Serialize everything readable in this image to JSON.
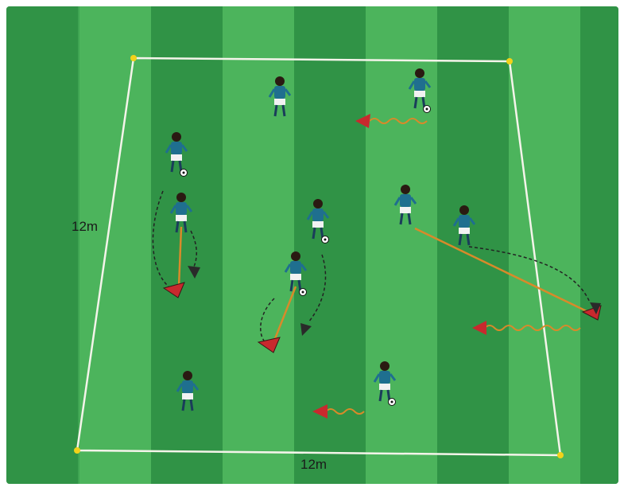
{
  "field": {
    "width_label": "12m",
    "height_label": "12m"
  },
  "colors": {
    "grass_dark": "#2e8f44",
    "grass_light": "#4fb65e",
    "line": "#f4f4ea",
    "cone": "#f2d21a",
    "shirt": "#1f6f8f",
    "shorts": "#f2f2f2",
    "arrow_red": "#c8292e",
    "arrow_dark": "#2a2a2a",
    "dribble_line": "#d88a2a"
  },
  "players": [
    {
      "id": "p1",
      "ball": false
    },
    {
      "id": "p2",
      "ball": true
    },
    {
      "id": "p3",
      "ball": true
    },
    {
      "id": "p4",
      "ball": false
    },
    {
      "id": "p5",
      "ball": true
    },
    {
      "id": "p6",
      "ball": false
    },
    {
      "id": "p7",
      "ball": true
    },
    {
      "id": "p8",
      "ball": false
    },
    {
      "id": "p9",
      "ball": false
    },
    {
      "id": "p10",
      "ball": true
    }
  ]
}
